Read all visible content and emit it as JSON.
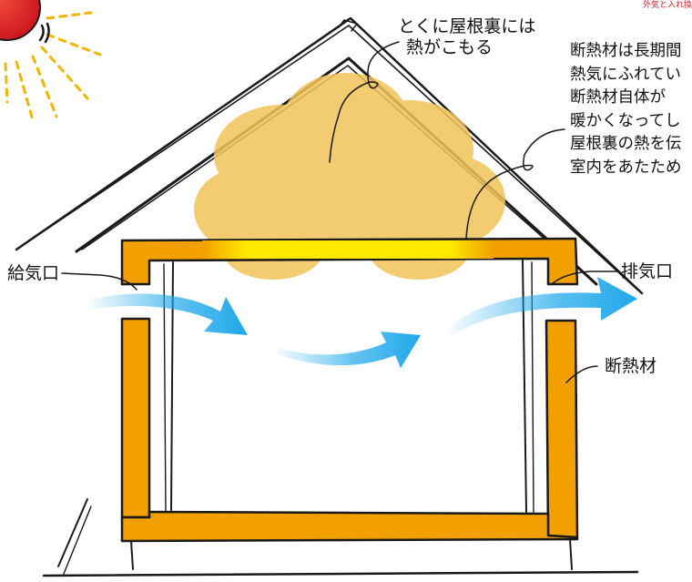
{
  "labels": {
    "attic_heat_line1": "とくに屋根裏には",
    "attic_heat_line2": "熱がこもる",
    "supply_vent": "給気口",
    "exhaust_vent": "排気口",
    "insulation": "断熱材"
  },
  "explanation_lines": [
    "断熱材は長期間",
    "熱気にふれてい",
    "断熱材自体が",
    "暖かくなってし",
    "屋根裏の熱を伝",
    "室内をあたため"
  ],
  "top_note": "外気と入れ換え",
  "colors": {
    "insulation": "#f2a000",
    "insulation_hot": "#ffe800",
    "heat_cloud": "#f2c45a",
    "airflow": "#1fa8ea",
    "sun": "#e8202a",
    "sun_rays": "#f4b400",
    "outline": "#1a1a1a",
    "top_note": "#d4232b"
  },
  "icons": {
    "sun": "sun-icon",
    "airflow": "airflow-arrow-icon"
  }
}
